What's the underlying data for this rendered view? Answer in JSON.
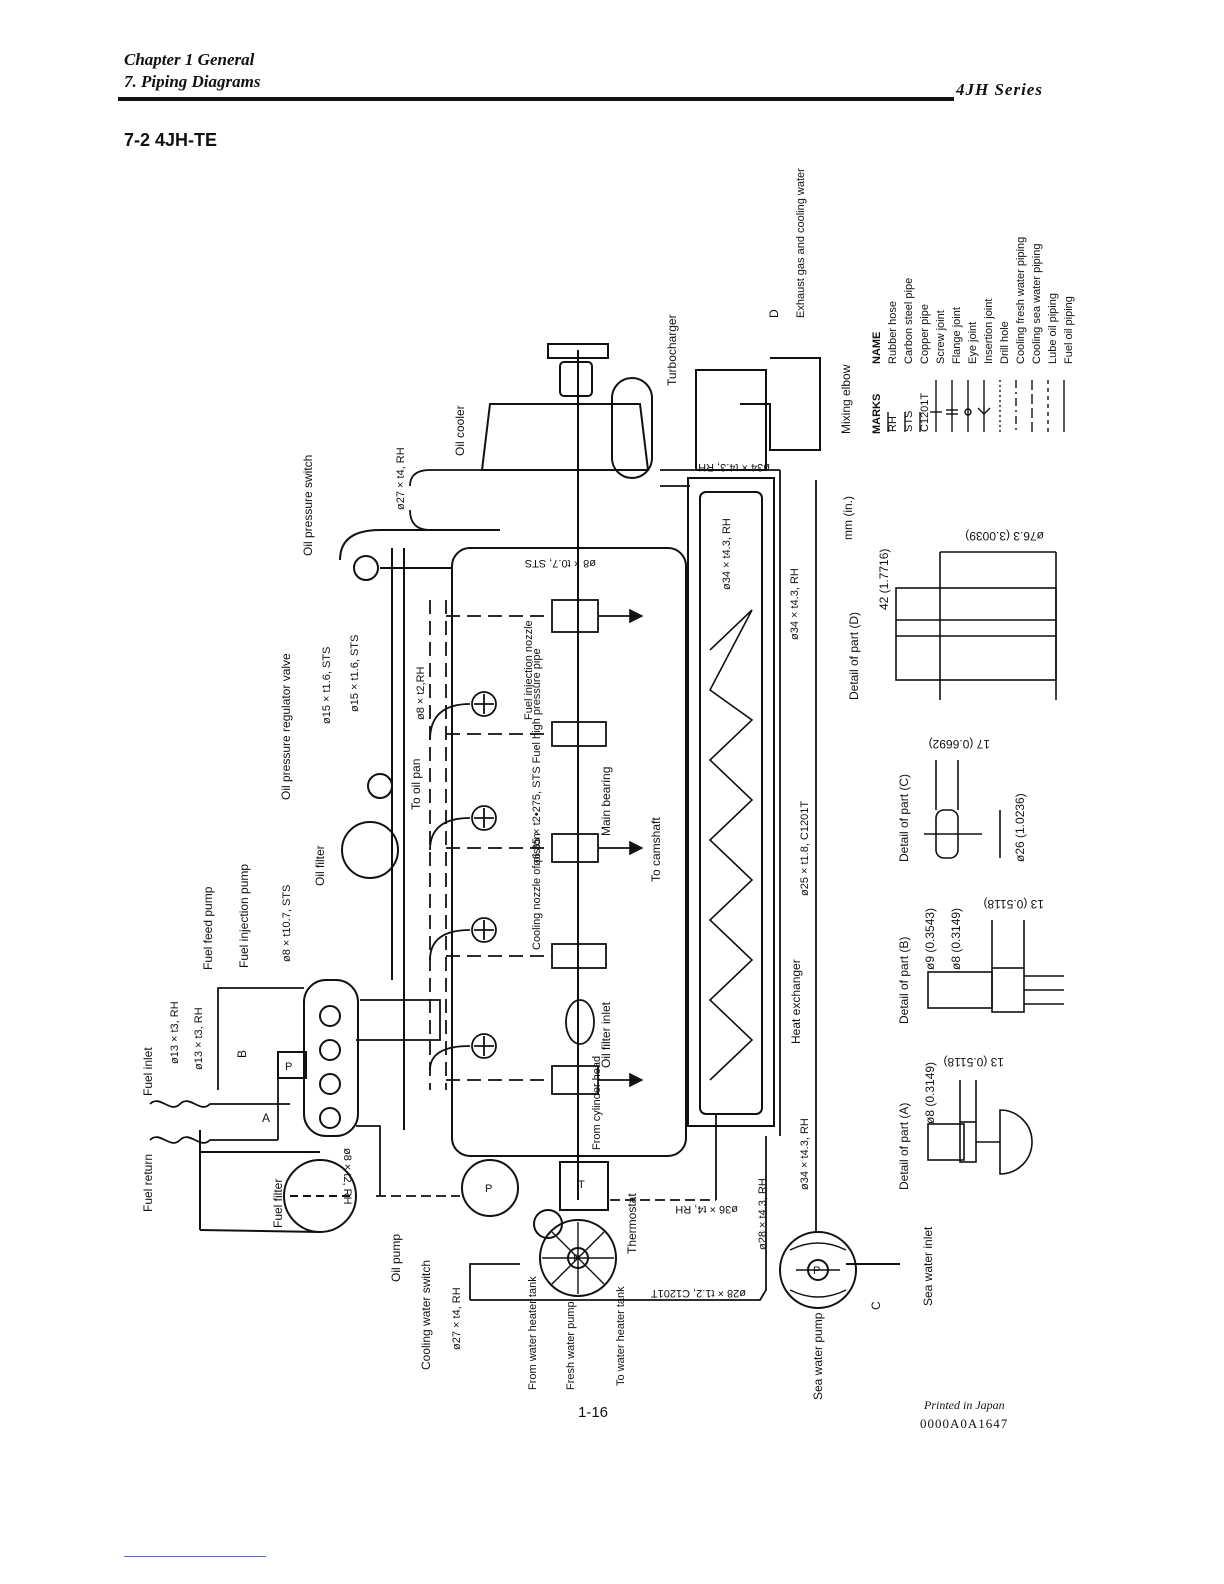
{
  "header": {
    "chapter": "Chapter 1 General",
    "subchapter": "7. Piping Diagrams",
    "series": "4JH Series"
  },
  "section_title": "7-2 4JH-TE",
  "labels": {
    "fuel_return": "Fuel return",
    "fuel_inlet": "Fuel inlet",
    "fuel_filter": "Fuel filter",
    "fuel_feed_pump": "Fuel feed pump",
    "fuel_injection_pump": "Fuel injection pump",
    "oil_filter": "Oil filter",
    "oil_pressure_regulator_valve": "Oil pressure regulator valve",
    "oil_pressure_switch": "Oil pressure switch",
    "oil_pump": "Oil pump",
    "cooling_water_switch": "Cooling water switch",
    "from_water_heater_tank": "From water heater tank",
    "fresh_water_pump": "Fresh water pump",
    "to_water_heater_tank": "To water heater tank",
    "sea_water_pump": "Sea water pump",
    "sea_water_inlet": "Sea water inlet",
    "thermostat": "Thermostat",
    "from_cylinder_head": "From cylinder head",
    "oil_filter_inlet": "Oil filter inlet",
    "cooling_nozzle": "Cooling nozzle of piston",
    "fuel_high_pressure_pipe": "ø6.35 × t2•275, STS Fuel high pressure pipe",
    "main_bearing": "Main bearing",
    "to_camshaft": "To camshaft",
    "fuel_injection_nozzle": "Fuel injection nozzle",
    "to_oil_pan": "To oil pan",
    "oil_cooler": "Oil cooler",
    "turbocharger": "Turbocharger",
    "mixing_elbow": "Mixing elbow",
    "exhaust": "Exhaust gas and cooling water",
    "heat_exchanger": "Heat exchanger",
    "mark_a": "A",
    "mark_b": "B",
    "mark_c": "C",
    "mark_d": "D",
    "pump_p": "P",
    "thermo_t": "T"
  },
  "pipes": {
    "p1": "ø13 × t3, RH",
    "p2": "ø13 × t3, RH",
    "p3": "ø8 × t10.7, STS",
    "p4": "ø8 × t2, RH",
    "p5": "ø15 × t1.6, STS",
    "p6": "ø15 × t1.6, STS",
    "p7": "ø8 × t2,RH",
    "p8": "ø27 × t4, RH",
    "p9": "ø8 × t0.7, STS",
    "p10": "ø34 × t4.3, RH",
    "p11": "ø34 × t4.3, RH",
    "p12": "ø34 × t4.3, RH",
    "p13": "ø25 × t1.8, C1201T",
    "p14": "ø34 × t4.3, RH",
    "p15": "ø28 × t4.3, RH",
    "p16": "ø36 × t4, RH",
    "p17": "ø28 × t1.2, C1201T",
    "p18": "ø27 × t4, RH"
  },
  "details": {
    "unit": "mm (in.)",
    "d": {
      "title": "Detail of part (D)",
      "dim1": "42 (1.7716)",
      "dim2": "ø76.3 (3.0039)"
    },
    "c": {
      "title": "Detail of part (C)",
      "dim1": "17 (0.6692)",
      "dim2": "ø26 (1.0236)"
    },
    "b": {
      "title": "Detail of part (B)",
      "dim1": "ø9 (0.3543)",
      "dim2": "ø8 (0.3149)",
      "dim3": "13 (0.5118)"
    },
    "a": {
      "title": "Detail of part (A)",
      "dim1": "ø8 (0.3149)",
      "dim2": "13 (0.5118)"
    }
  },
  "legend": {
    "marks_header": "MARKS",
    "name_header": "NAME",
    "items": [
      {
        "mark": "RH",
        "name": "Rubber hose"
      },
      {
        "mark": "STS",
        "name": "Carbon steel pipe"
      },
      {
        "mark": "C1201T",
        "name": "Copper pipe"
      },
      {
        "mark": "",
        "name": "Screw joint"
      },
      {
        "mark": "",
        "name": "Flange joint"
      },
      {
        "mark": "",
        "name": "Eye joint"
      },
      {
        "mark": "",
        "name": "Insertion joint"
      },
      {
        "mark": "",
        "name": "Drill hole"
      },
      {
        "mark": "",
        "name": "Cooling fresh water piping"
      },
      {
        "mark": "",
        "name": "Cooling sea water piping"
      },
      {
        "mark": "",
        "name": "Lube oil piping"
      },
      {
        "mark": "",
        "name": "Fuel oil piping"
      }
    ]
  },
  "footer": {
    "page_number": "1-16",
    "printed": "Printed in Japan",
    "code": "0000A0A1647"
  }
}
